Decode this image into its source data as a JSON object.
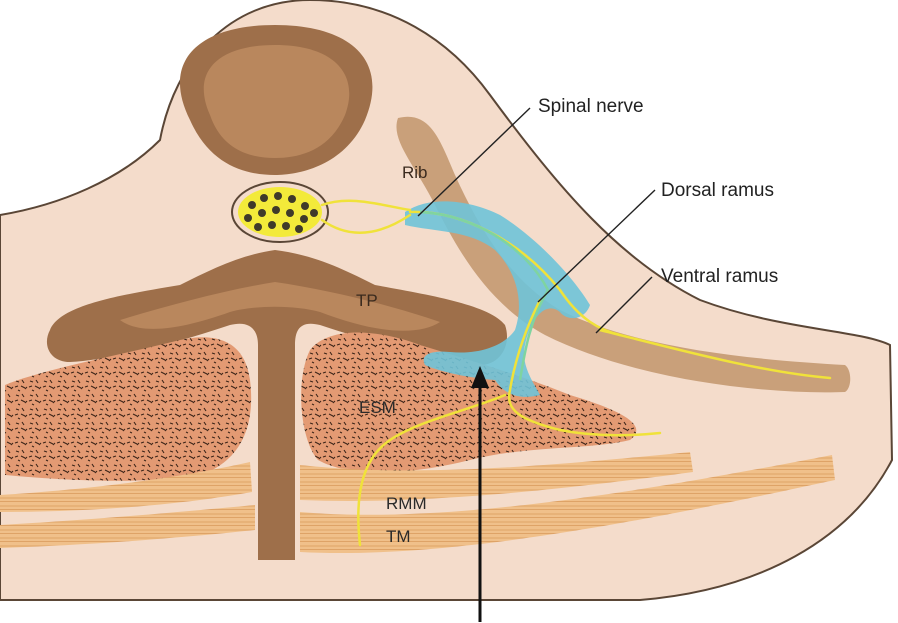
{
  "labels": {
    "spinal_nerve": "Spinal nerve",
    "dorsal_ramus": "Dorsal ramus",
    "ventral_ramus": "Ventral ramus",
    "rib": "Rib",
    "tp": "TP",
    "esm": "ESM",
    "rmm": "RMM",
    "tm": "TM"
  },
  "colors": {
    "background": "#ffffff",
    "skin": "#f4dccb",
    "skin_outline": "#5a4636",
    "bone": "#9e6f4a",
    "bone_inner": "#c08b5e",
    "rib": "#c9a07a",
    "muscle": "#e39a73",
    "muscle_band": "#f0c08a",
    "nerve": "#f0e23a",
    "injectate": "#6fc3d8",
    "cord_fill": "#f3ea3a",
    "needle": "#111111"
  }
}
